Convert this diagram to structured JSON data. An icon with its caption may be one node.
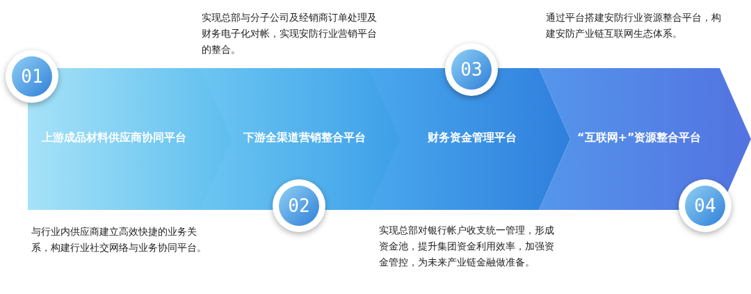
{
  "diagram": {
    "nodes": [
      {
        "text": [
          "上游成品材料供应商协同平台"
        ],
        "beside": [
          "与行业内供应商建立高效快捷的业务关系，构建行业社交网络与业务协同平台。"
        ]
      },
      {
        "text": [
          "下游全渠道营销整合平台"
        ],
        "beside": [
          "实现总部与分子公司及经销商订单处理及财务电子化对帐，实现安防行业营销平台的整合。"
        ]
      },
      {
        "text": [
          "财务资金管理平台"
        ],
        "beside": [
          "实现总部对银行帐户收支统一管理，形成资金池，提升集团资金利用效率，加强资金管控，为未来产业链金融做准备。"
        ]
      },
      {
        "text": [
          "“互联网+”资源整合平台"
        ],
        "beside": [
          "通过平台搭建安防行业资源整合平台，构建安防产业链互联网生态体系。"
        ]
      },
      {
        "text": [
          "01"
        ]
      },
      {
        "text": [
          "02"
        ]
      },
      {
        "text": [
          "03"
        ]
      },
      {
        "text": [
          "04"
        ]
      }
    ]
  }
}
